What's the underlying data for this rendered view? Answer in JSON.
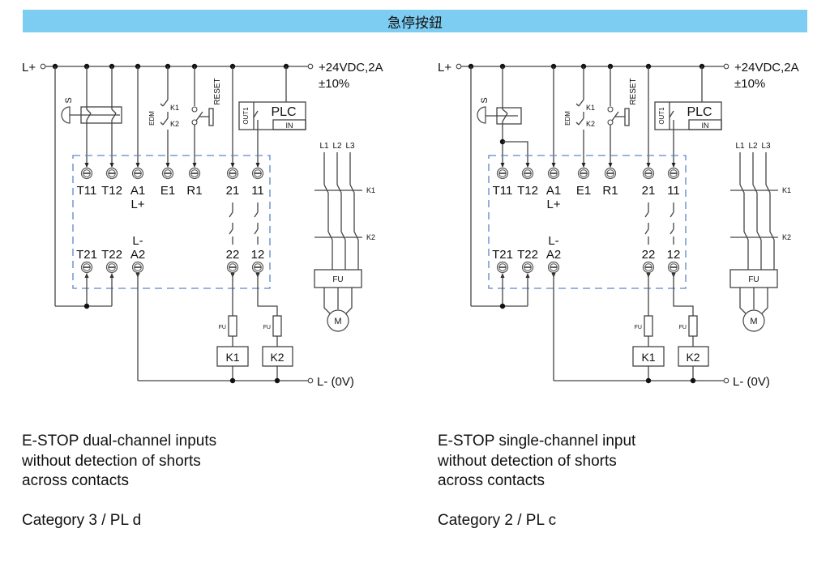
{
  "title": "急停按鈕",
  "diagrams": [
    {
      "id": "dual",
      "supply_plus_label": "L+",
      "supply_spec": "+24VDC,2A",
      "supply_tolerance": "±10%",
      "supply_minus_label": "L- (0V)",
      "estop_label": "S",
      "edm_label": "EDM",
      "edm_contacts": [
        "K1",
        "K2"
      ],
      "reset_label": "RESET",
      "plc_label": "PLC",
      "plc_output_label": "OUT1",
      "plc_input_label": "IN",
      "top_terminals": [
        "T11",
        "T12",
        "A1",
        "E1",
        "R1",
        "21",
        "11"
      ],
      "a1_sub_label": "L+",
      "bottom_terminals": [
        "T21",
        "T22",
        "A2",
        "22",
        "12"
      ],
      "a2_sup_label": "L-",
      "fuse_label": "FU",
      "coils": [
        "K1",
        "K2"
      ],
      "motor": {
        "phases": [
          "L1",
          "L2",
          "L3"
        ],
        "contactors": [
          "K1",
          "K2"
        ],
        "drive_label": "FU",
        "motor_label": "M"
      },
      "caption_lines": [
        "E-STOP dual-channel inputs",
        "without detection of shorts",
        "across contacts"
      ],
      "category": "Category 3 / PL d"
    },
    {
      "id": "single",
      "supply_plus_label": "L+",
      "supply_spec": "+24VDC,2A",
      "supply_tolerance": "±10%",
      "supply_minus_label": "L- (0V)",
      "estop_label": "S",
      "edm_label": "EDM",
      "edm_contacts": [
        "K1",
        "K2"
      ],
      "reset_label": "RESET",
      "plc_label": "PLC",
      "plc_output_label": "OUT1",
      "plc_input_label": "IN",
      "top_terminals": [
        "T11",
        "T12",
        "A1",
        "E1",
        "R1",
        "21",
        "11"
      ],
      "a1_sub_label": "L+",
      "bottom_terminals": [
        "T21",
        "T22",
        "A2",
        "22",
        "12"
      ],
      "a2_sup_label": "L-",
      "fuse_label": "FU",
      "coils": [
        "K1",
        "K2"
      ],
      "motor": {
        "phases": [
          "L1",
          "L2",
          "L3"
        ],
        "contactors": [
          "K1",
          "K2"
        ],
        "drive_label": "FU",
        "motor_label": "M"
      },
      "caption_lines": [
        "E-STOP single-channel input",
        "without detection of shorts",
        "across contacts"
      ],
      "category": "Category 2 / PL c"
    }
  ]
}
